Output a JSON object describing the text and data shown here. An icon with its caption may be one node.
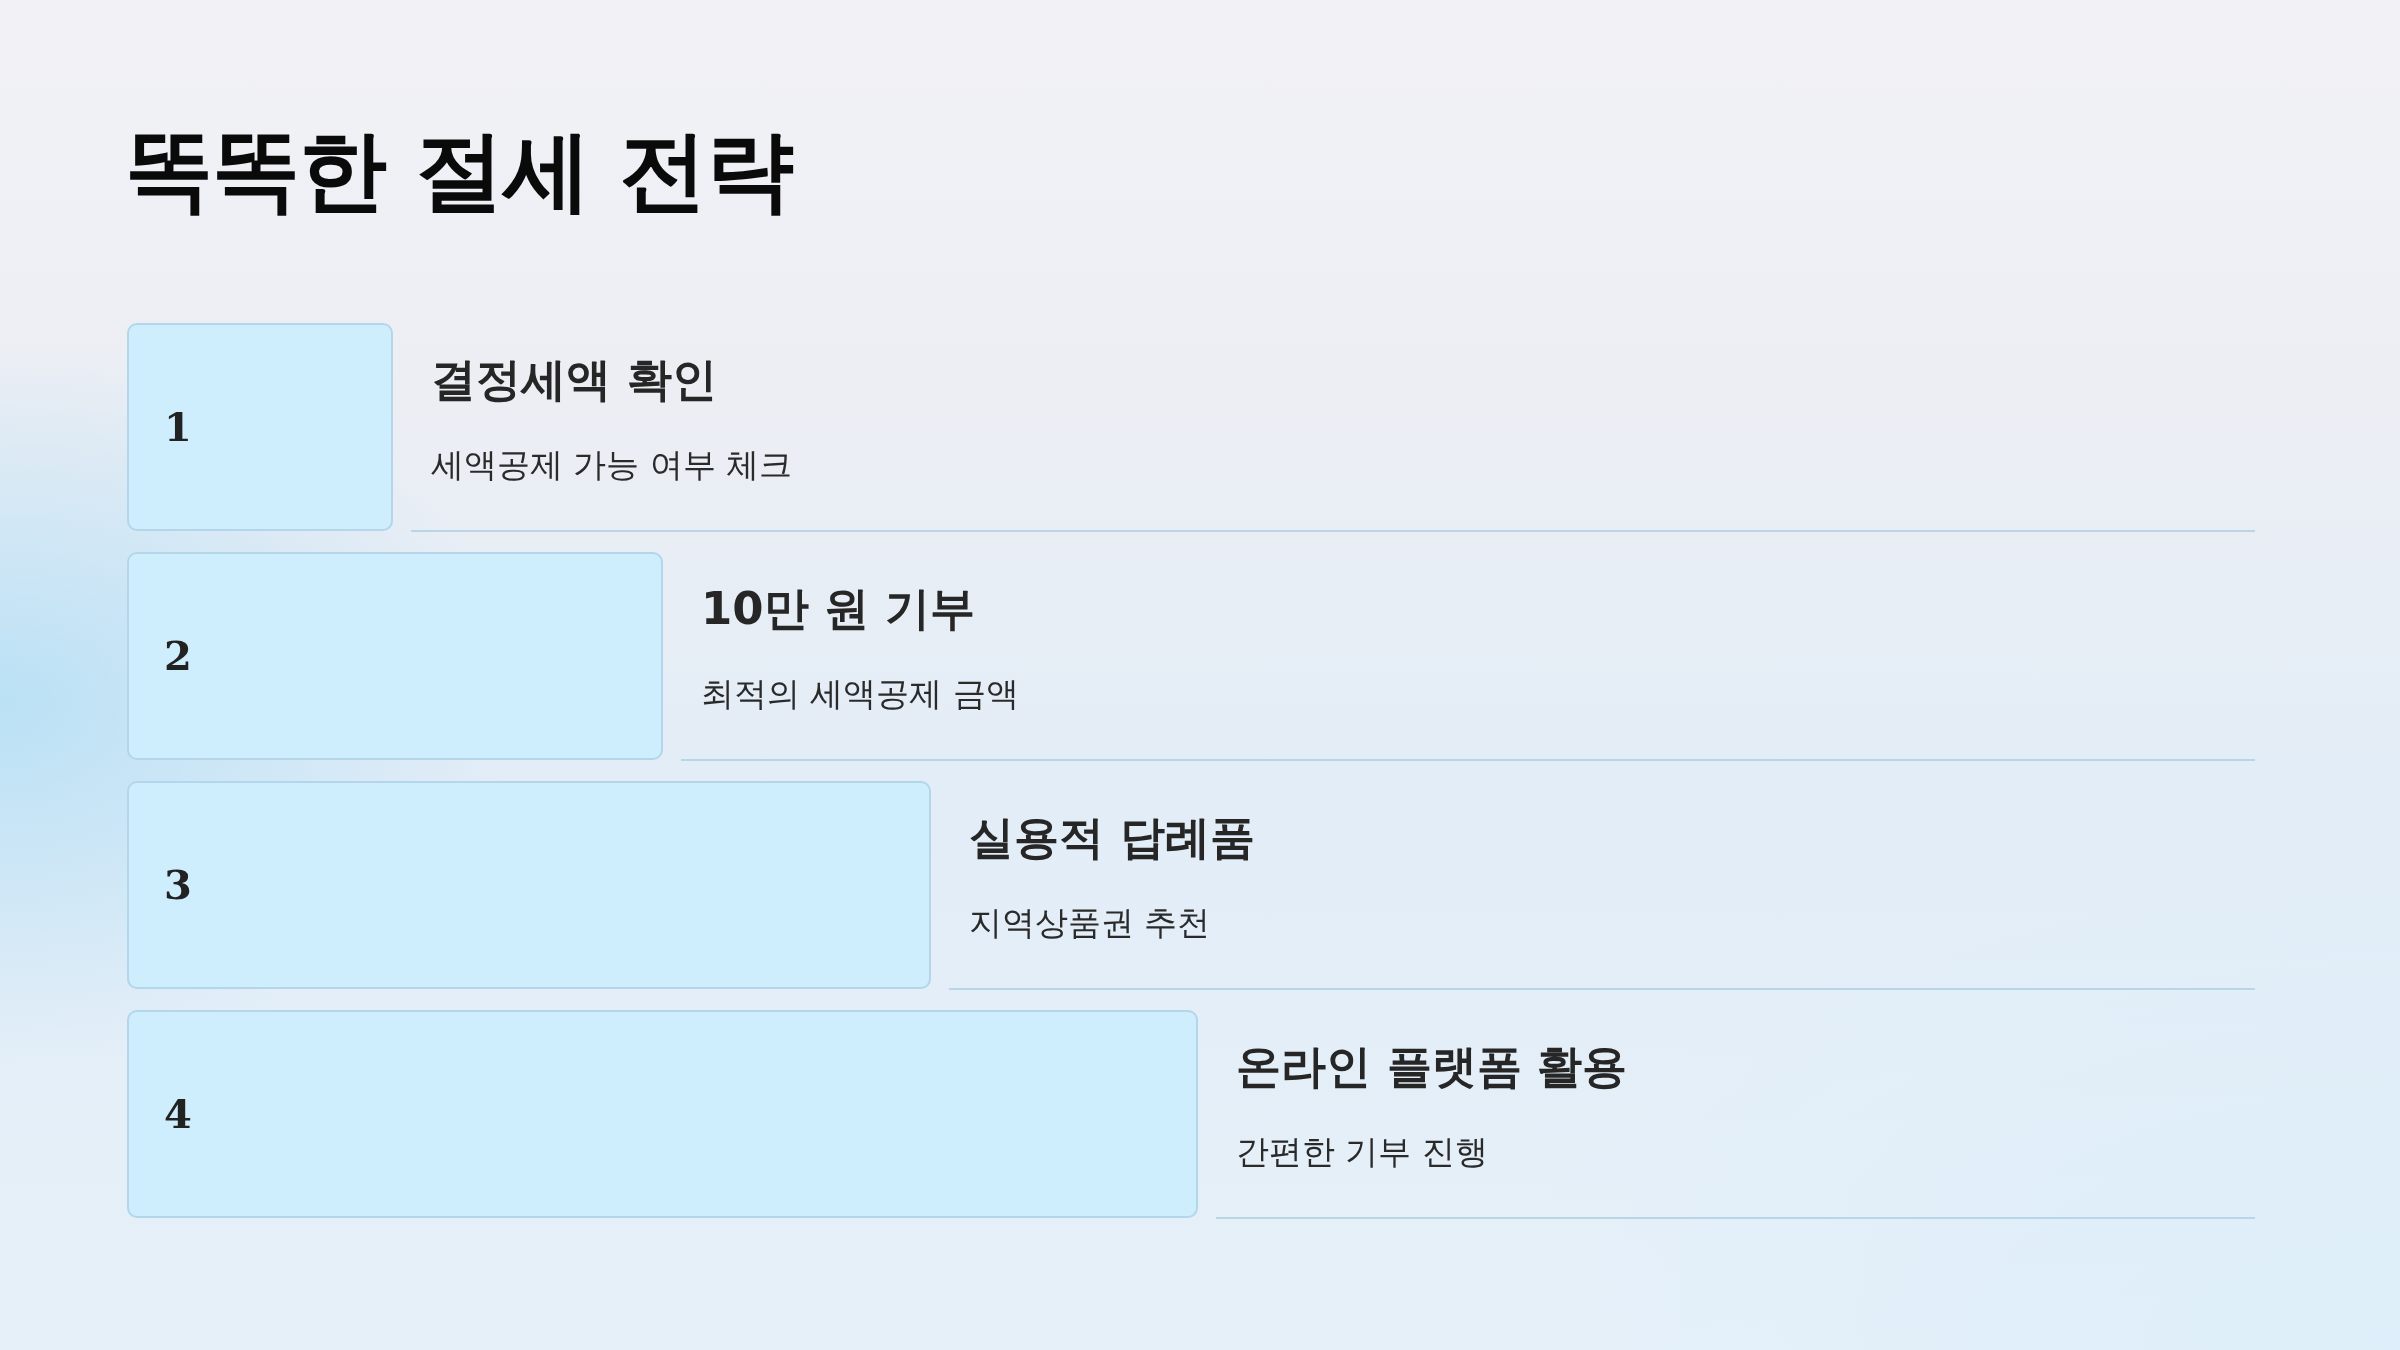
{
  "diagram": {
    "title": "똑똑한 절세 전략",
    "nodes": [
      {
        "text": [
          "1"
        ],
        "beside": [
          "결정세액 확인",
          "세액공제 가능 여부 체크"
        ]
      },
      {
        "text": [
          "2"
        ],
        "beside": [
          "10만 원 기부",
          "최적의 세액공제 금액"
        ]
      },
      {
        "text": [
          "3"
        ],
        "beside": [
          "실용적 답례품",
          "지역상품권 추천"
        ]
      },
      {
        "text": [
          "4"
        ],
        "beside": [
          "온라인 플랫폼 활용",
          "간편한 기부 진행"
        ]
      }
    ]
  }
}
